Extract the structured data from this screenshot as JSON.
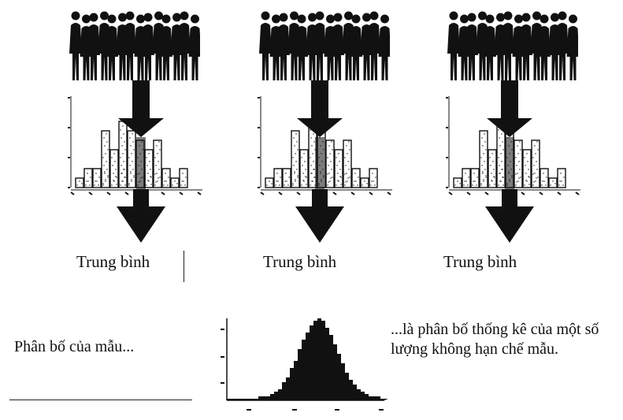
{
  "panels": [
    {
      "label": "Trung bình"
    },
    {
      "label": "Trung bình"
    },
    {
      "label": "Trung bình"
    }
  ],
  "sample_histogram": {
    "values": [
      1,
      2,
      2,
      6,
      4,
      7,
      6,
      5,
      4,
      5,
      2,
      1,
      2
    ]
  },
  "sampling_caption": "Phân bố của mẫu...",
  "statistic_caption": "...là phân bố thống kê của một số lượng không hạn chế mẫu.",
  "colors": {
    "ink": "#111111",
    "background": "#ffffff"
  },
  "icons": [
    "crowd-icon",
    "arrow-down-icon"
  ]
}
